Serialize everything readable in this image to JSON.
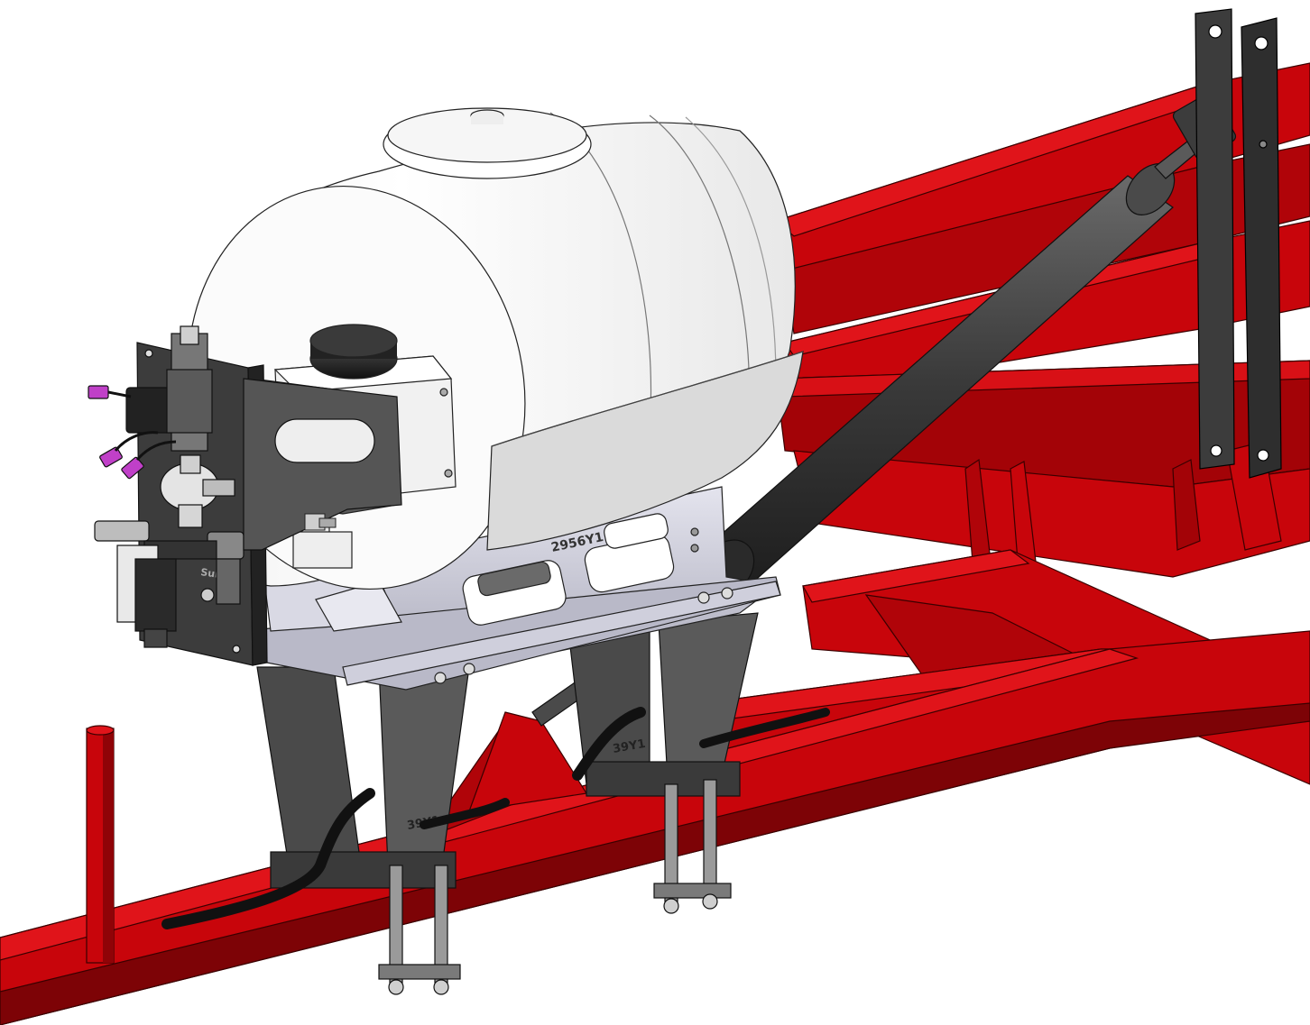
{
  "labels": {
    "mount_bracket_code": "2956Y1",
    "front_bracket_code": "39Y1",
    "rear_bracket_code": "39Y1",
    "filter_label": "Sur"
  },
  "colors": {
    "frame_red": "#c8050b",
    "frame_red_dark": "#7d0306",
    "frame_red_light": "#e0141a",
    "steel_dark": "#3c3c3c",
    "steel_mid": "#5a5a5a",
    "tank_white": "#ffffff",
    "bracket_lilac": "#c9c9d6",
    "connector_magenta": "#c040c8"
  }
}
